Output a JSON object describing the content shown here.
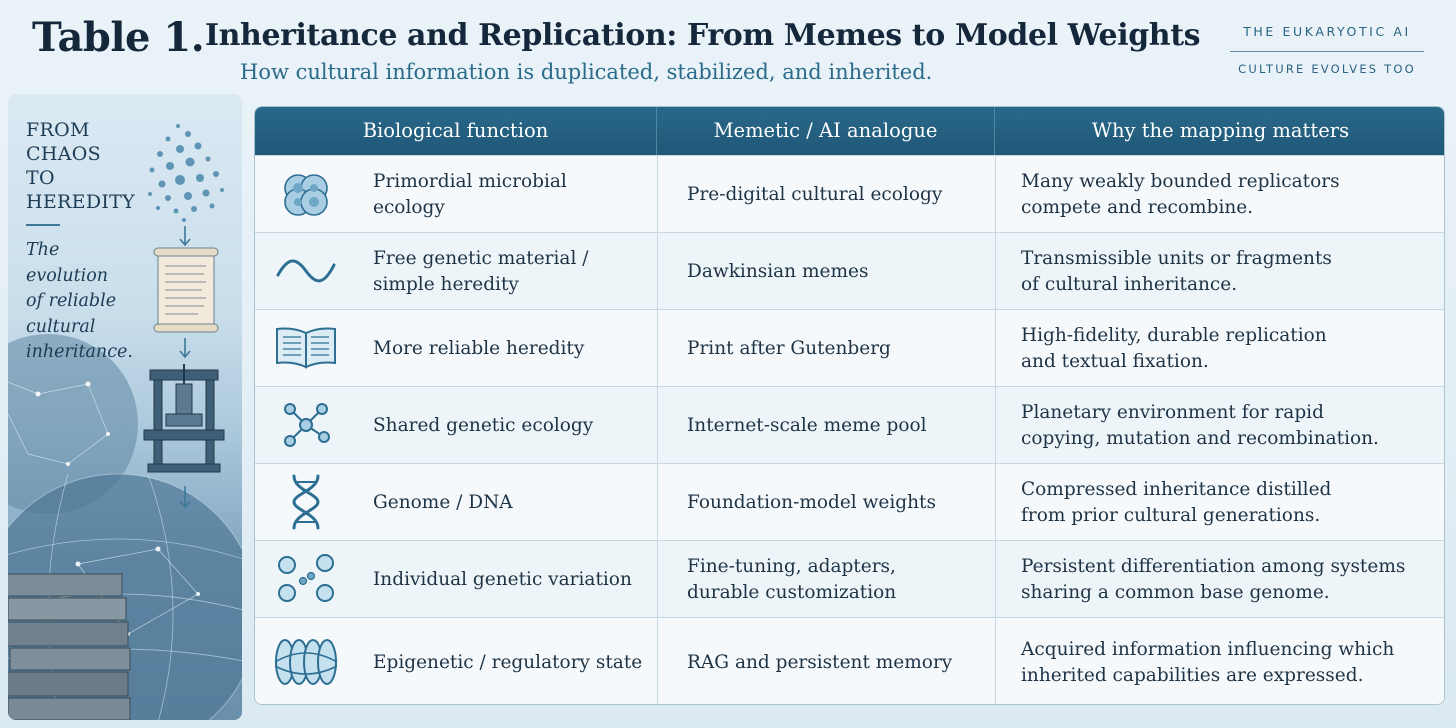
{
  "header": {
    "label": "Table 1.",
    "title": "Inheritance and Replication: From Memes to Model Weights",
    "subtitle": "How cultural information is duplicated, stabilized, and inherited.",
    "brand_top": "THE EUKARYOTIC AI",
    "brand_bottom": "CULTURE EVOLVES TOO"
  },
  "sidebar": {
    "heading": [
      "FROM",
      "CHAOS",
      "TO",
      "HEREDITY"
    ],
    "caption": [
      "The evolution",
      "of reliable",
      "cultural",
      "inheritance."
    ],
    "illustrations": [
      "particle-cloud",
      "scroll",
      "printing-press",
      "globe",
      "books-stack"
    ]
  },
  "table": {
    "columns": [
      "Biological function",
      "Memetic / AI analogue",
      "Why the mapping matters"
    ],
    "rows": [
      {
        "icon": "cell-cluster-icon",
        "bio": "Primordial microbial\necology",
        "analogue": "Pre-digital cultural ecology",
        "why": "Many weakly bounded replicators\ncompete and recombine."
      },
      {
        "icon": "wave-strand-icon",
        "bio": "Free genetic material /\nsimple heredity",
        "analogue": "Dawkinsian memes",
        "why": "Transmissible units or fragments\nof cultural inheritance."
      },
      {
        "icon": "open-book-icon",
        "bio": "More reliable heredity",
        "analogue": "Print after Gutenberg",
        "why": "High-fidelity, durable replication\nand textual fixation."
      },
      {
        "icon": "network-node-icon",
        "bio": "Shared genetic ecology",
        "analogue": "Internet-scale meme pool",
        "why": "Planetary environment for rapid\ncopying, mutation and recombination."
      },
      {
        "icon": "dna-helix-icon",
        "bio": "Genome / DNA",
        "analogue": "Foundation-model weights",
        "why": "Compressed inheritance distilled\nfrom prior cultural generations."
      },
      {
        "icon": "variation-dots-icon",
        "bio": "Individual genetic variation",
        "analogue": "Fine-tuning, adapters,\ndurable customization",
        "why": "Persistent differentiation among systems\nsharing a common base genome."
      },
      {
        "icon": "chromatin-icon",
        "bio": "Epigenetic / regulatory state",
        "analogue": "RAG and persistent memory",
        "why": "Acquired information influencing which\ninherited capabilities are expressed."
      }
    ]
  },
  "colors": {
    "header_bg": "#1f5878",
    "title": "#15273a",
    "accent": "#2a6b8a",
    "icon_stroke": "#2d6f93"
  }
}
